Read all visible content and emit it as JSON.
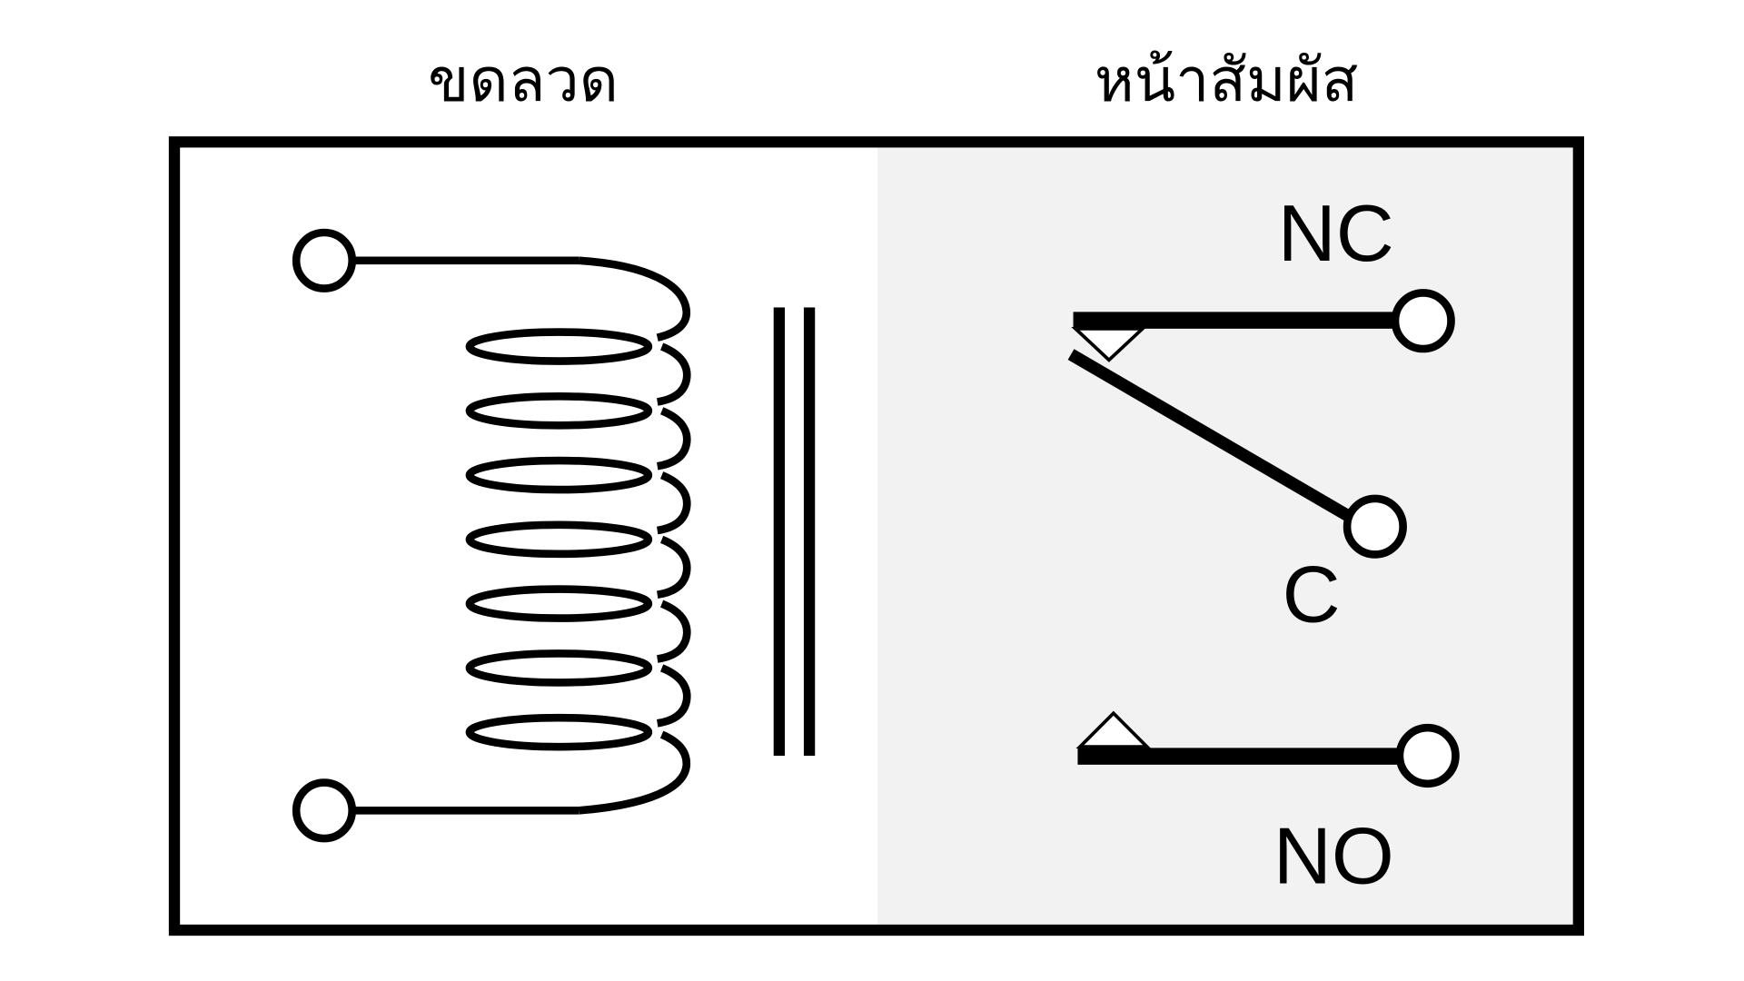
{
  "titles": {
    "coil": "ขดลวด",
    "contacts": "หน้าสัมผัส"
  },
  "labels": {
    "nc": "NC",
    "c": "C",
    "no": "NO"
  },
  "coil_turns": 7,
  "colors": {
    "stroke": "#000000",
    "contact_bg": "#f2f2f2",
    "coil_bg": "#ffffff"
  }
}
